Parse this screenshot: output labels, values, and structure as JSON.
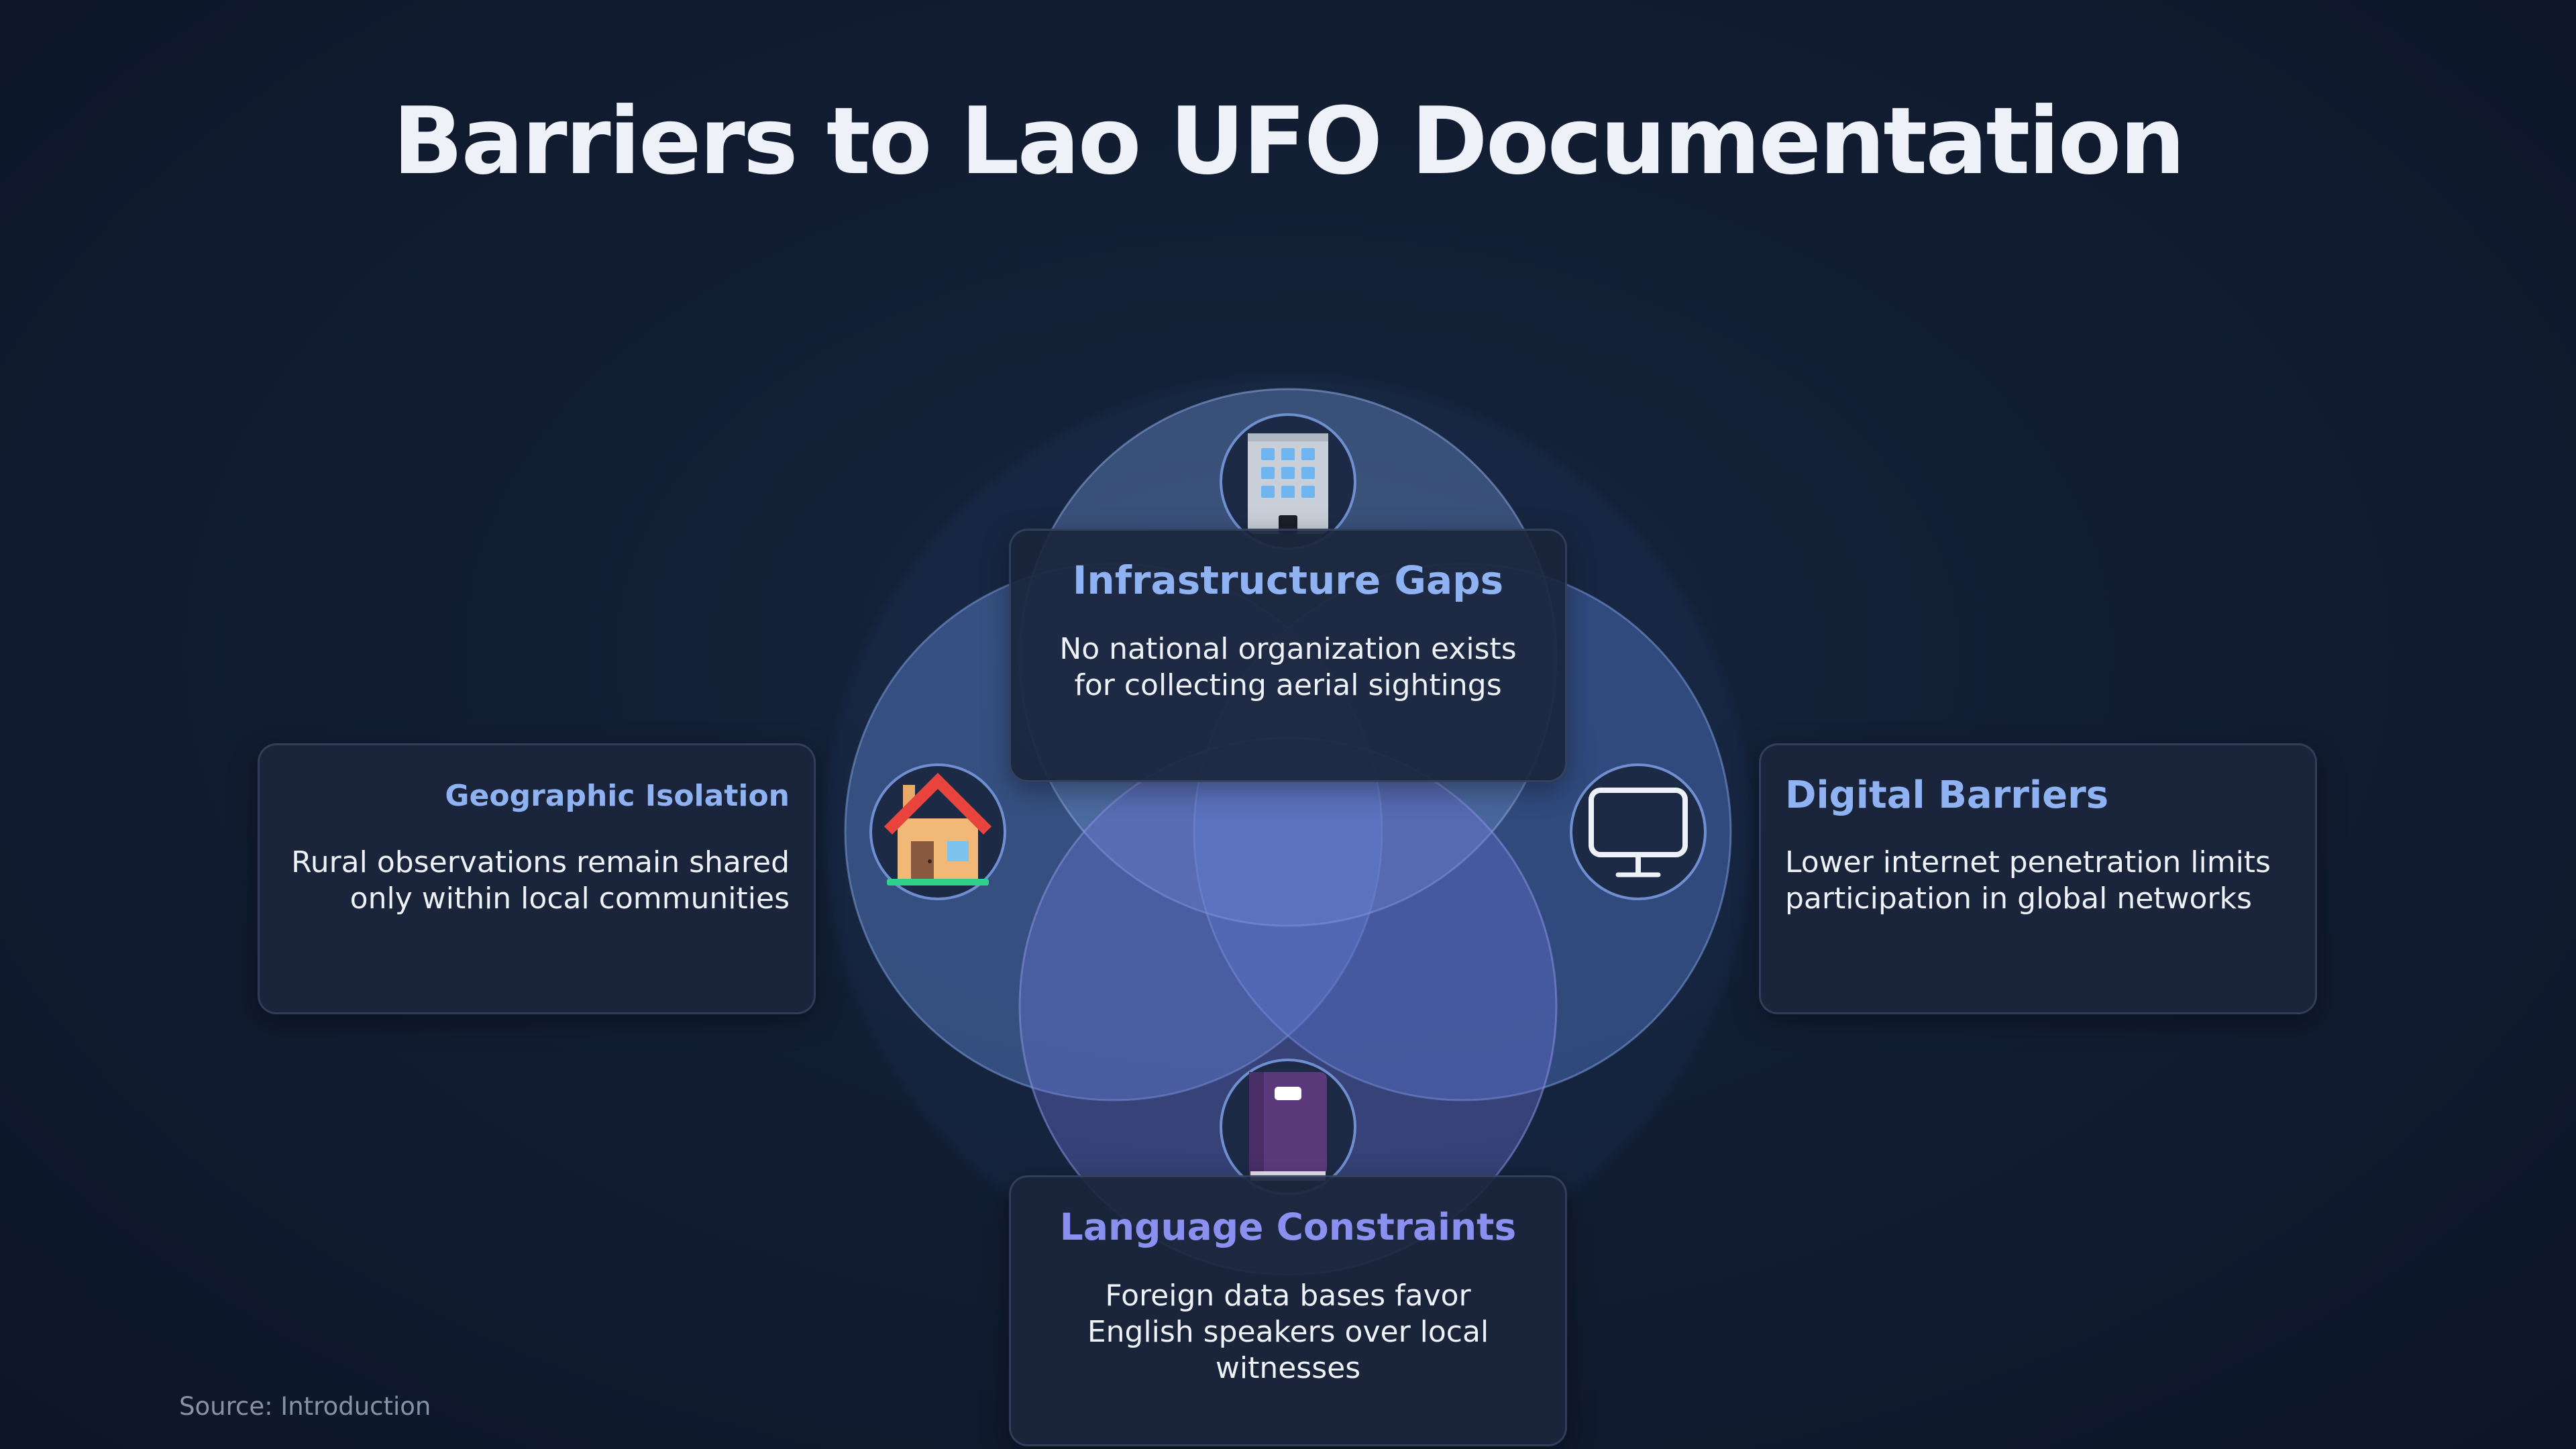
{
  "title": "Barriers to Lao UFO Documentation",
  "barriers": {
    "top": {
      "heading": "Infrastructure Gaps",
      "text": "No national organization exists for collecting aerial sightings",
      "icon": "office-building-icon"
    },
    "left": {
      "heading": "Geographic Isolation",
      "text": "Rural observations remain shared only within local communities",
      "icon": "house-icon"
    },
    "right": {
      "heading": "Digital Barriers",
      "text": "Lower internet penetration limits participation in global networks",
      "icon": "computer-monitor-icon"
    },
    "bottom": {
      "heading": "Language Constraints",
      "text": "Foreign data bases favor English speakers over local witnesses",
      "icon": "book-icon"
    }
  },
  "source": "Source: Introduction",
  "colors": {
    "background": "#111c31",
    "card": "#1b263c",
    "heading_blue": "#8fb3f2",
    "heading_violet": "#8a90f0",
    "circle_blue": "#5f8ad6",
    "circle_violet": "#6d72d2"
  }
}
